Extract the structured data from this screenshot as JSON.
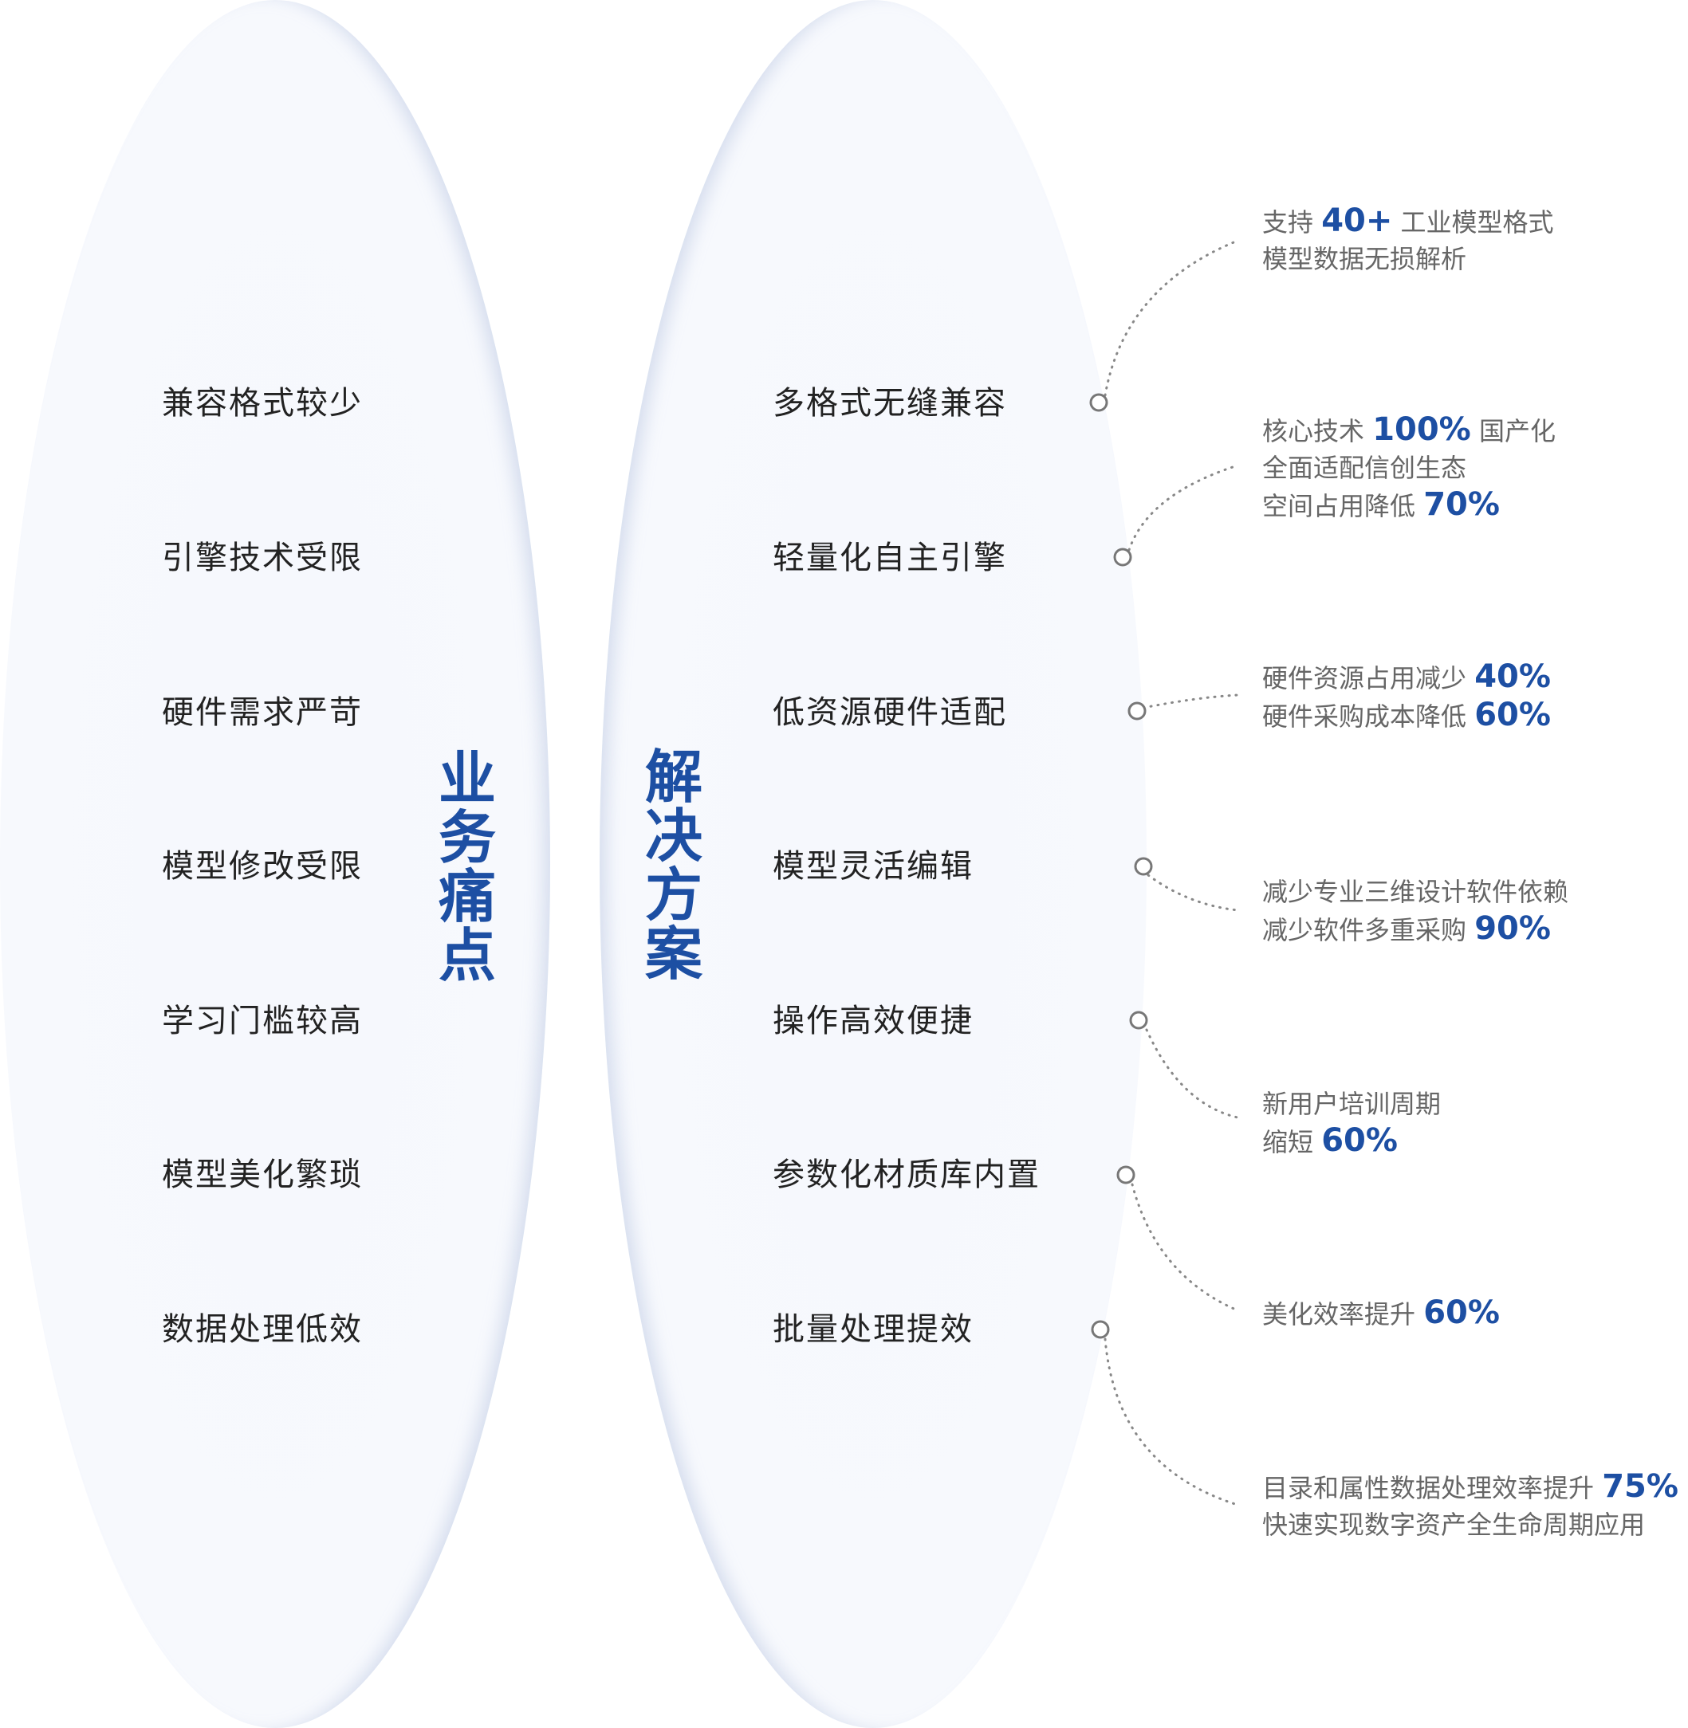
{
  "colors": {
    "accent": "#1d4fa3",
    "text": "#222222",
    "muted": "#666666",
    "connector": "#888888"
  },
  "pain": {
    "title_chars": [
      "业",
      "务",
      "痛",
      "点"
    ],
    "items": [
      "兼容格式较少",
      "引擎技术受限",
      "硬件需求严苛",
      "模型修改受限",
      "学习门槛较高",
      "模型美化繁琐",
      "数据处理低效"
    ]
  },
  "solution": {
    "title_chars": [
      "解",
      "决",
      "方",
      "案"
    ],
    "items": [
      "多格式无缝兼容",
      "轻量化自主引擎",
      "低资源硬件适配",
      "模型灵活编辑",
      "操作高效便捷",
      "参数化材质库内置",
      "批量处理提效"
    ]
  },
  "notes": [
    {
      "lines": [
        [
          {
            "t": "支持 "
          },
          {
            "t": "40+",
            "hl": true
          },
          {
            "t": " 工业模型格式"
          }
        ],
        [
          {
            "t": "模型数据无损解析"
          }
        ]
      ]
    },
    {
      "lines": [
        [
          {
            "t": "核心技术 "
          },
          {
            "t": "100%",
            "hl": true
          },
          {
            "t": " 国产化"
          }
        ],
        [
          {
            "t": "全面适配信创生态"
          }
        ],
        [
          {
            "t": "空间占用降低 "
          },
          {
            "t": "70%",
            "hl": true
          }
        ]
      ]
    },
    {
      "lines": [
        [
          {
            "t": "硬件资源占用减少 "
          },
          {
            "t": "40%",
            "hl": true
          }
        ],
        [
          {
            "t": "硬件采购成本降低 "
          },
          {
            "t": "60%",
            "hl": true
          }
        ]
      ]
    },
    {
      "lines": [
        [
          {
            "t": "减少专业三维设计软件依赖"
          }
        ],
        [
          {
            "t": "减少软件多重采购 "
          },
          {
            "t": "90%",
            "hl": true
          }
        ]
      ]
    },
    {
      "lines": [
        [
          {
            "t": "新用户培训周期"
          }
        ],
        [
          {
            "t": "缩短 "
          },
          {
            "t": "60%",
            "hl": true
          }
        ]
      ]
    },
    {
      "lines": [
        [
          {
            "t": "美化效率提升 "
          },
          {
            "t": "60%",
            "hl": true
          }
        ]
      ]
    },
    {
      "lines": [
        [
          {
            "t": "目录和属性数据处理效率提升 "
          },
          {
            "t": "75%",
            "hl": true
          }
        ],
        [
          {
            "t": "快速实现数字资产全生命周期应用"
          }
        ]
      ]
    }
  ]
}
